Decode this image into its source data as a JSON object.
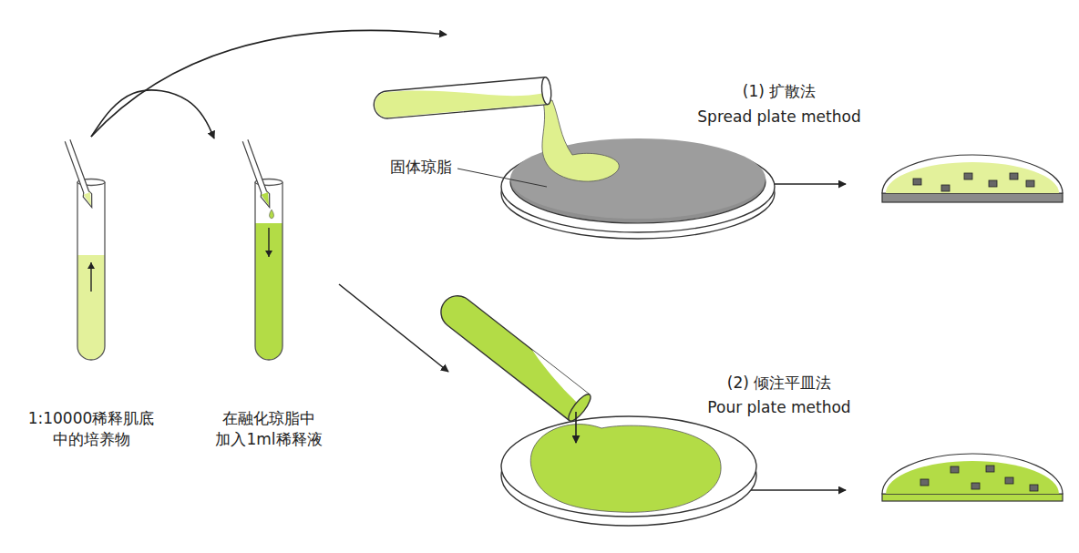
{
  "diagram": {
    "nodes": [
      {
        "text": [
          "1:10000稀释肌底 中的培养物"
        ]
      },
      {
        "text": [
          "在融化琼脂中 加入1ml稀释液"
        ]
      }
    ],
    "edges": [
      {
        "from": 0,
        "to": 1,
        "arrow": "to"
      }
    ],
    "labels": [
      "(1) 扩散法",
      "Spread plate method",
      "(2) 倾注平皿法",
      "Pour plate method",
      "固体琼脂"
    ]
  }
}
